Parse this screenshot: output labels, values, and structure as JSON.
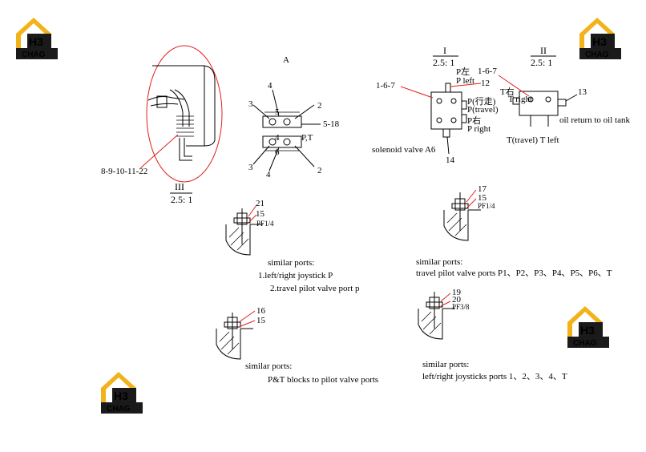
{
  "logo": {
    "mark": "H3",
    "name": "CHAG",
    "color_gold": "#f2b21a",
    "color_dark": "#1a1a1a"
  },
  "colors": {
    "callout": "#e0201c",
    "line": "#000000"
  },
  "view_a": {
    "title": "A",
    "labels": {
      "c4a": "4",
      "c5": "5",
      "c2a": "2",
      "c3a": "3",
      "c518": "5-18",
      "c4b": "4",
      "c6": "6",
      "cpt": "P,T",
      "c3b": "3",
      "c4c": "4",
      "c2b": "2"
    }
  },
  "detail3": {
    "callout": "8-9-10-11-22",
    "title": "III",
    "scale": "2.5: 1"
  },
  "detail1": {
    "title": "I",
    "scale": "2.5: 1",
    "labels": {
      "c167": "1-6-7",
      "pzuo": "P左",
      "pleft": "P left",
      "c12": "12",
      "pxing": "P(行走)",
      "ptravel": "P(travel)",
      "pyou": "P右",
      "pright": "P right",
      "solenoid": "solenoid valve A6",
      "c14": "14"
    }
  },
  "detail2": {
    "title": "II",
    "scale": "2.5: 1",
    "labels": {
      "c167": "1-6-7",
      "tyou": "T右",
      "tright": "T right",
      "c13": "13",
      "oil": "oil return to oil tank",
      "ttravel": "T(travel) T left"
    }
  },
  "port1": {
    "n1": "21",
    "n2": "15",
    "thread": "PF1/4",
    "caption": "similar ports:",
    "line1": "1.left/right joystick P",
    "line2": "2.travel pilot valve port p"
  },
  "port2": {
    "n1": "17",
    "n2": "15",
    "thread": "PF1/4",
    "caption": "similar ports:",
    "line1": "travel pilot valve ports P1、P2、P3、P4、P5、P6、T"
  },
  "port3": {
    "n1": "16",
    "n2": "15",
    "caption": "similar ports:",
    "line1": "P&T blocks to pilot valve ports"
  },
  "port4": {
    "n1": "19",
    "n2": "20",
    "thread": "PF3/8",
    "caption": "similar ports:",
    "line1": "left/right joysticks ports 1、2、3、4、T"
  }
}
